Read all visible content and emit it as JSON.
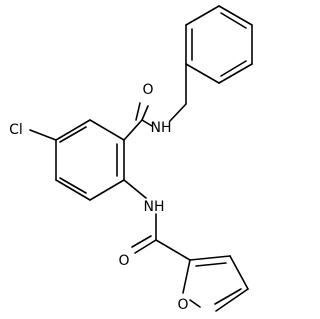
{
  "molecule": {
    "atom_labels": {
      "amide_o_top": "O",
      "amide_nh_top": "NH",
      "chloro": "Cl",
      "amide_nh_bottom": "NH",
      "amide_o_bottom": "O",
      "furan_o": "O"
    }
  },
  "colors": {
    "bond": "#000000",
    "label": "#000000",
    "background": "#ffffff"
  }
}
